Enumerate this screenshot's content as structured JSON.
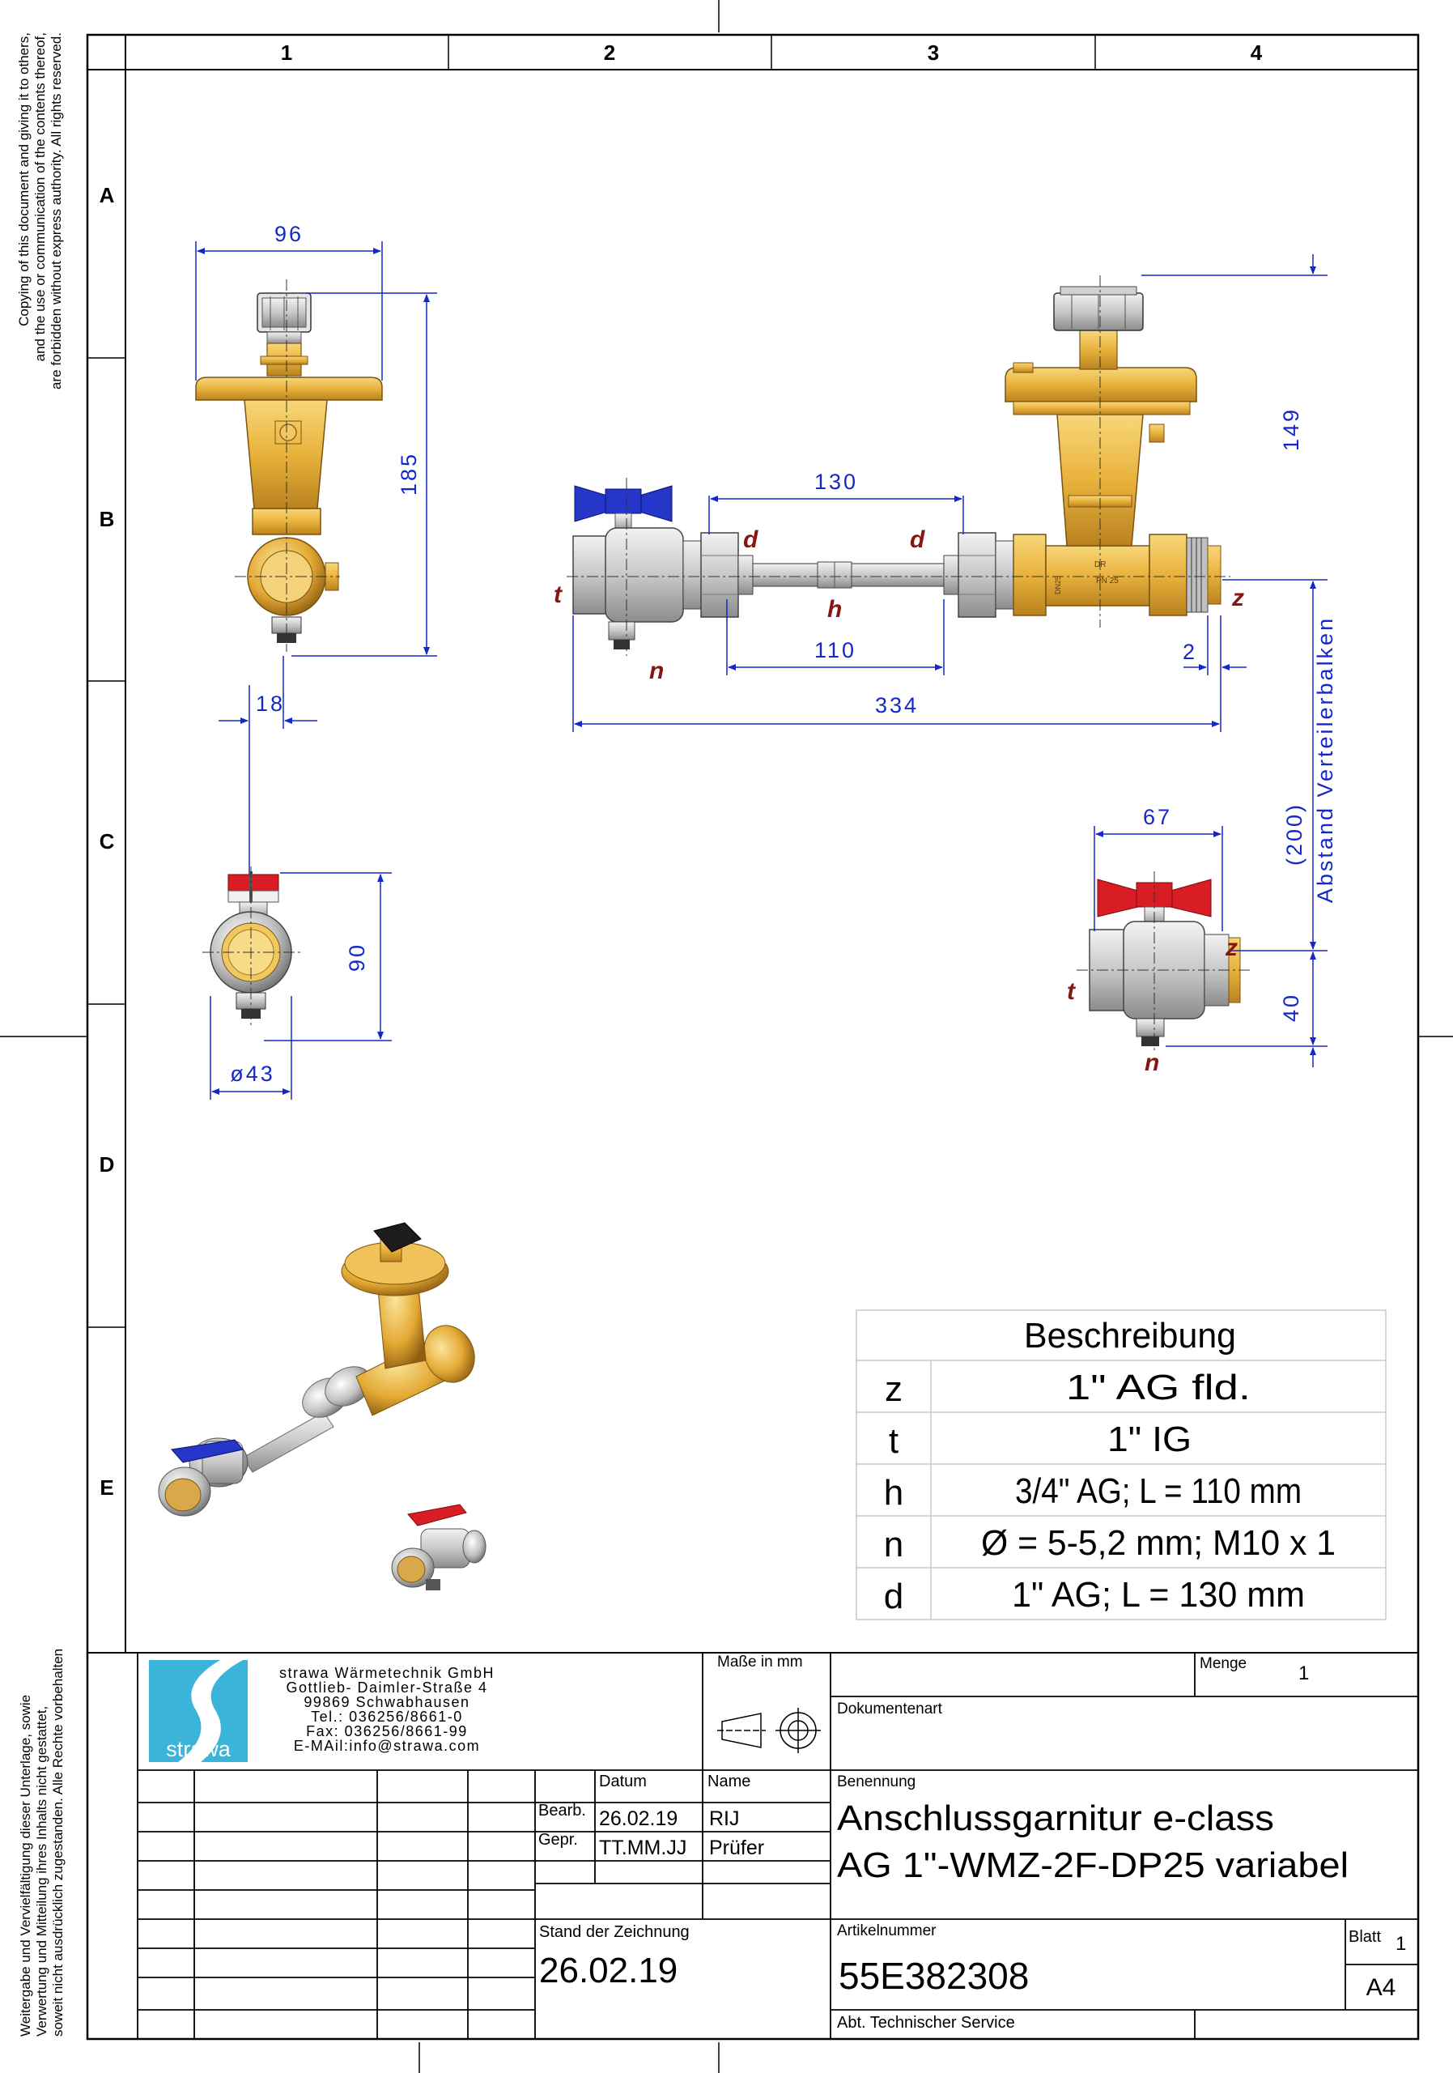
{
  "side_notice_en": [
    "Copying of this document and giving it to others,",
    "and the use or communication of the contents thereof,",
    "are forbidden without express authority. All rights reserved."
  ],
  "side_notice_de": [
    "Weitergabe und Vervielfältigung dieser Unterlage, sowie",
    "Verwertung und Mitteilung ihres Inhalts nicht gestattet,",
    "soweit nicht ausdrücklich zugestanden. Alle Rechte vorbehalten"
  ],
  "grid": {
    "columns": [
      "1",
      "2",
      "3",
      "4"
    ],
    "rows": [
      "A",
      "B",
      "C",
      "D",
      "E"
    ]
  },
  "dimensions": {
    "d96": "96",
    "d185": "185",
    "d18": "18",
    "d90": "90",
    "d43": "ø43",
    "d130": "130",
    "d110": "110",
    "d334": "334",
    "d2": "2",
    "d149": "149",
    "d200": "(200)",
    "abstand": "Abstand Verteilerbalken",
    "d67": "67",
    "d40": "40"
  },
  "part_letters": {
    "t": "t",
    "d": "d",
    "h": "h",
    "n": "n",
    "z": "z"
  },
  "valve_markings": {
    "dn": "DN25",
    "dr": "DR",
    "pn": "PN 25"
  },
  "description_table": {
    "header": "Beschreibung",
    "rows": [
      {
        "key": "z",
        "value": "1\" AG fld."
      },
      {
        "key": "t",
        "value": "1\" IG"
      },
      {
        "key": "h",
        "value": "3/4\" AG; L = 110 mm"
      },
      {
        "key": "n",
        "value": "Ø = 5-5,2 mm; M10 x 1"
      },
      {
        "key": "d",
        "value": "1\" AG; L = 130 mm"
      }
    ]
  },
  "title_block": {
    "company_lines": [
      "strawa Wärmetechnik GmbH",
      "Gottlieb- Daimler-Straße 4",
      "99869 Schwabhausen",
      "Tel.: 036256/8661-0",
      "Fax: 036256/8661-99",
      "E-MAil:info@strawa.com"
    ],
    "logo_text": "strawa",
    "masse_label": "Maße in mm",
    "menge_label": "Menge",
    "menge_value": "1",
    "dokumentenart_label": "Dokumentenart",
    "benennung_label": "Benennung",
    "benennung_line1": "Anschlussgarnitur e-class",
    "benennung_line2": "AG 1\"-WMZ-2F-DP25 variabel",
    "datum_label": "Datum",
    "name_label": "Name",
    "bearb_label": "Bearb.",
    "bearb_datum": "26.02.19",
    "bearb_name": "RIJ",
    "gepr_label": "Gepr.",
    "gepr_datum": "TT.MM.JJ",
    "gepr_name": "Prüfer",
    "stand_label": "Stand der Zeichnung",
    "stand_value": "26.02.19",
    "artikel_label": "Artikelnummer",
    "artikel_value": "55E382308",
    "blatt_label": "Blatt",
    "blatt_value": "1",
    "format": "A4",
    "abteilung": "Abt. Technischer Service"
  },
  "colors": {
    "brass": "#e9b23c",
    "brass_dark": "#a8741a",
    "blue_handle": "#2536c8",
    "red_handle": "#d81e24",
    "dimension_blue": "#1428c8",
    "label_red": "#8a1414",
    "logo_cyan": "#3ab4d8"
  }
}
